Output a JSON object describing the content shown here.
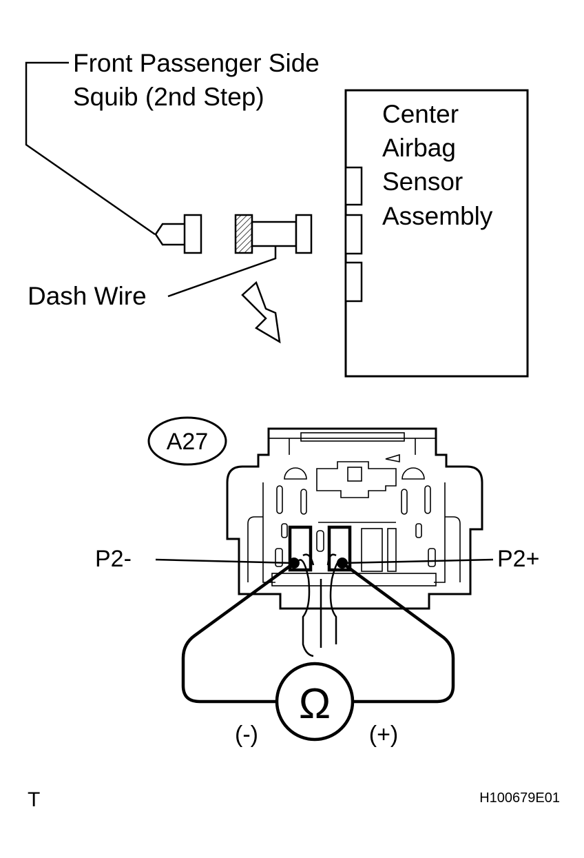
{
  "labels": {
    "squib_line1": "Front Passenger Side",
    "squib_line2": "Squib (2nd Step)",
    "sensor_line1": "Center",
    "sensor_line2": "Airbag",
    "sensor_line3": "Sensor",
    "sensor_line4": "Assembly",
    "dash_wire": "Dash Wire",
    "connector_id": "A27",
    "pin_minus": "P2-",
    "pin_plus": "P2+",
    "ohm_symbol": "Ω",
    "probe_minus": "(-)",
    "probe_plus": "(+)",
    "corner_letter": "T",
    "figure_code": "H100679E01"
  }
}
